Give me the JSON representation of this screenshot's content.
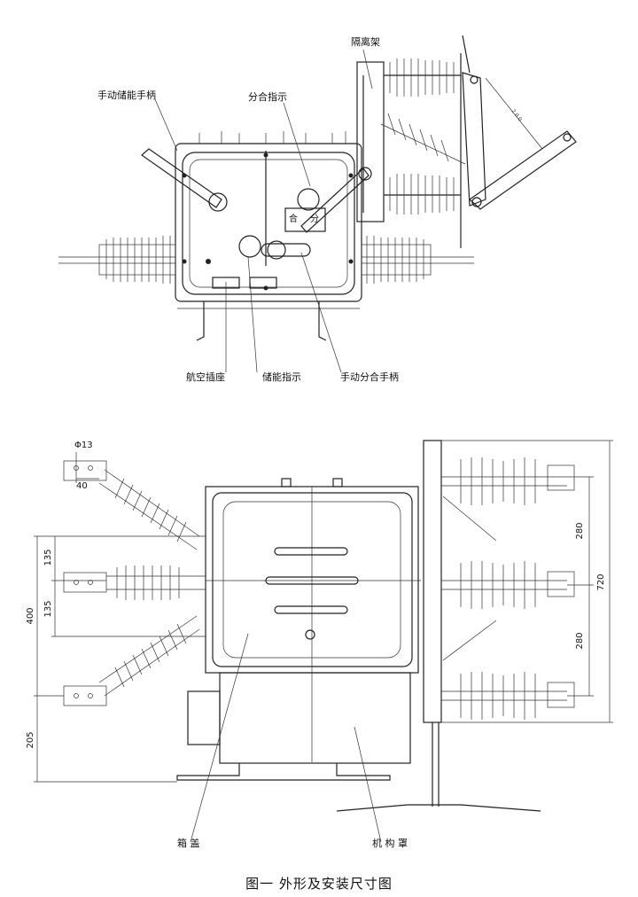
{
  "top_view": {
    "labels": {
      "manual_storage_handle": "手动储能手柄",
      "open_close_indicator": "分合指示",
      "isolation_frame": "隔离架",
      "aviation_socket": "航空插座",
      "storage_indicator": "储能指示",
      "manual_open_close_handle": "手动分合手柄",
      "panel_text_1": "合",
      "panel_text_2": "分"
    }
  },
  "bottom_view": {
    "labels": {
      "box_cover": "箱 盖",
      "mechanism_cover": "机 构 罩"
    },
    "dimensions": {
      "hole_diameter": "Φ13",
      "terminal_width": "40",
      "spacing_upper": "135",
      "spacing_lower": "135",
      "height_total_left": "400",
      "base_height": "205",
      "phase_spacing_upper": "280",
      "phase_spacing_lower": "280",
      "overall_height": "720"
    }
  },
  "caption": "图一  外形及安装尺寸图"
}
